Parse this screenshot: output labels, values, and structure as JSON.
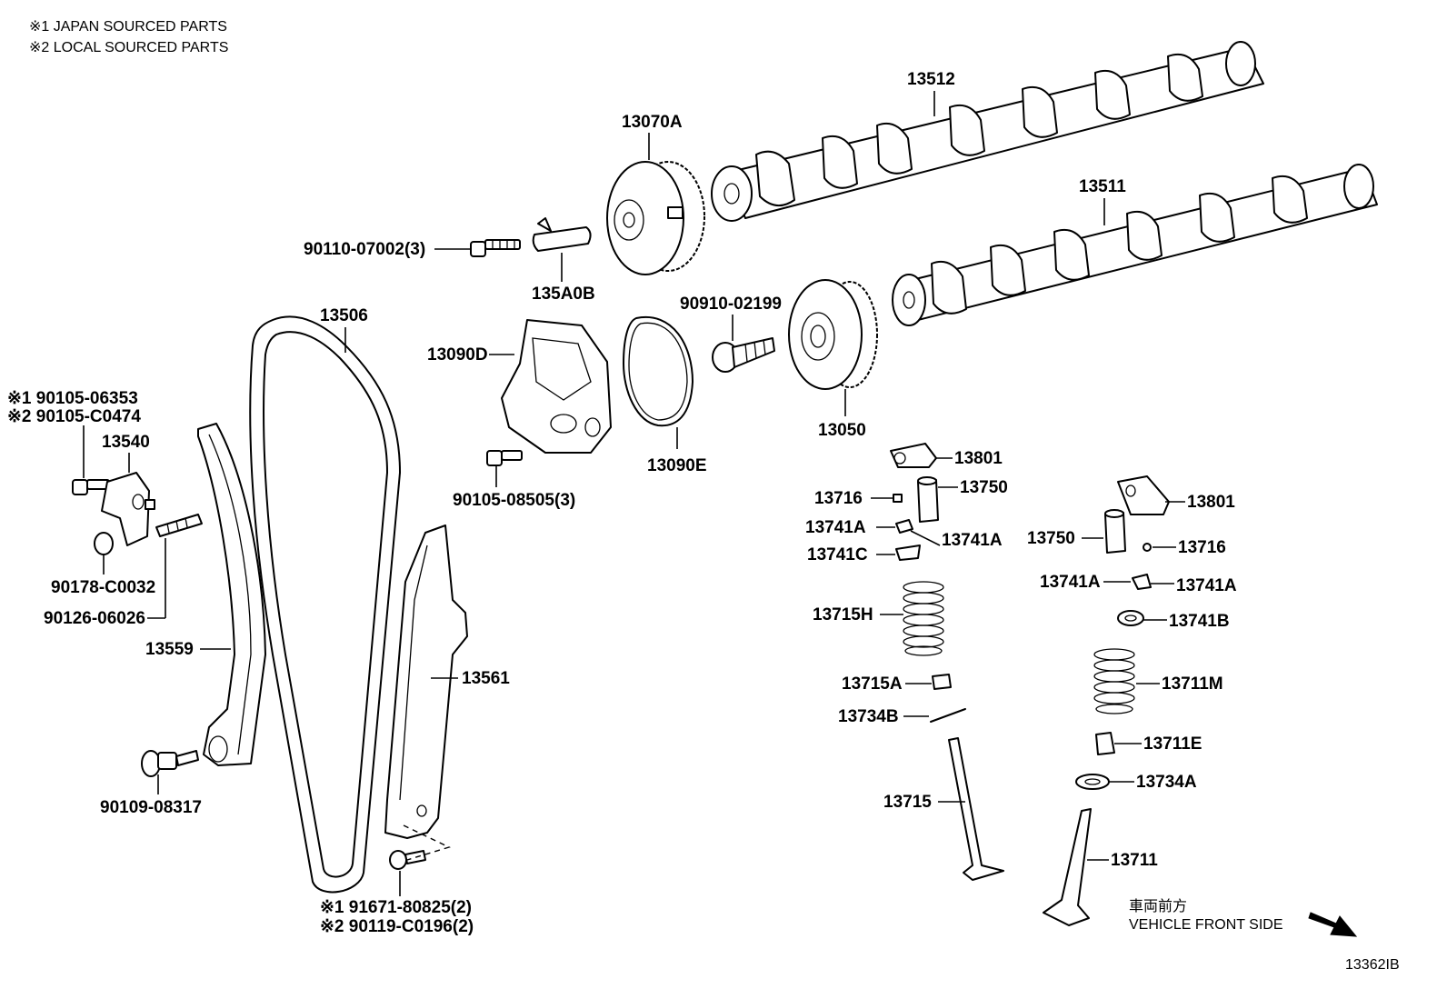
{
  "notes": {
    "japan": "※1 JAPAN SOURCED PARTS",
    "local": "※2 LOCAL SOURCED PARTS"
  },
  "labels": {
    "p13512": "13512",
    "p13070A": "13070A",
    "p13511": "13511",
    "p90110": "90110-07002(3)",
    "p135A0B": "135A0B",
    "p90910": "90910-02199",
    "p13506": "13506",
    "p13090D": "13090D",
    "p13050": "13050",
    "p13090E": "13090E",
    "p90105_06353": "※1 90105-06353",
    "p90105_C0474": "※2 90105-C0474",
    "p13540": "13540",
    "p90105_08505": "90105-08505(3)",
    "p13801_a": "13801",
    "p13716_a": "13716",
    "p13750_a": "13750",
    "p13801_b": "13801",
    "p13741A_1": "13741A",
    "p13741A_2": "13741A",
    "p13741C": "13741C",
    "p13750_b": "13750",
    "p13716_b": "13716",
    "p90178": "90178-C0032",
    "p90126": "90126-06026",
    "p13741A_3": "13741A",
    "p13741A_4": "13741A",
    "p13715H": "13715H",
    "p13741B": "13741B",
    "p13559": "13559",
    "p13561": "13561",
    "p13715A": "13715A",
    "p13711M": "13711M",
    "p13734B": "13734B",
    "p90109": "90109-08317",
    "p13711E": "13711E",
    "p13734A": "13734A",
    "p13715": "13715",
    "p13711": "13711",
    "p91671": "※1 91671-80825(2)",
    "p90119": "※2 90119-C0196(2)"
  },
  "direction": {
    "jp": "車両前方",
    "en": "VEHICLE FRONT SIDE"
  },
  "figure_id": "13362IB"
}
